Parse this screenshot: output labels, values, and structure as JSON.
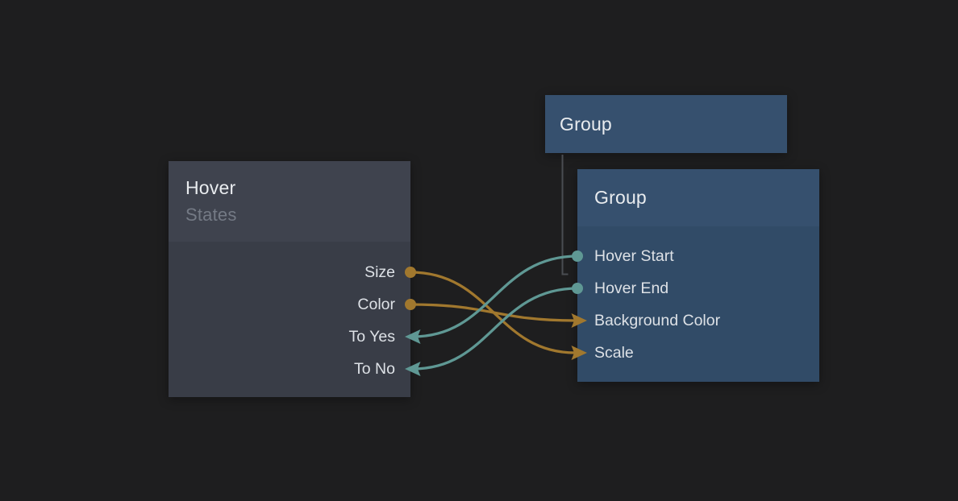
{
  "app": {
    "view": "node-graph-canvas",
    "background_color": "#1e1e1f"
  },
  "colors": {
    "teal_wire": "#5f9894",
    "gold_wire": "#a1782e",
    "hierarchy_line": "#4a4d52",
    "node_gray_header": "#3f434e",
    "node_gray_body": "#393d47",
    "node_blue_header": "#36506e",
    "node_blue_body": "#314b67",
    "title_text": "#e9ecef",
    "subtitle_text": "#747a85",
    "port_text": "#dde1e6"
  },
  "nodes": {
    "hover": {
      "title": "Hover",
      "subtitle": "States",
      "ports": [
        {
          "label": "Size",
          "side": "right",
          "kind": "output-dot",
          "wire": "gold"
        },
        {
          "label": "Color",
          "side": "right",
          "kind": "output-dot",
          "wire": "gold"
        },
        {
          "label": "To Yes",
          "side": "right",
          "kind": "input-arrow-in",
          "wire": "teal"
        },
        {
          "label": "To No",
          "side": "right",
          "kind": "input-arrow-in",
          "wire": "teal"
        }
      ]
    },
    "group_collapsed": {
      "title": "Group"
    },
    "group_expanded": {
      "title": "Group",
      "ports": [
        {
          "label": "Hover Start",
          "side": "left",
          "kind": "output-dot",
          "wire": "teal"
        },
        {
          "label": "Hover End",
          "side": "left",
          "kind": "output-dot",
          "wire": "teal"
        },
        {
          "label": "Background Color",
          "side": "left",
          "kind": "input-arrow-in",
          "wire": "gold"
        },
        {
          "label": "Scale",
          "side": "left",
          "kind": "input-arrow-in",
          "wire": "gold"
        }
      ]
    }
  },
  "connections": [
    {
      "from": "Hover.Size",
      "to": "Group.Scale",
      "color_name": "gold"
    },
    {
      "from": "Hover.Color",
      "to": "Group.Background Color",
      "color_name": "gold"
    },
    {
      "from": "Group.Hover Start",
      "to": "Hover.To Yes",
      "color_name": "teal"
    },
    {
      "from": "Group.Hover End",
      "to": "Hover.To No",
      "color_name": "teal"
    },
    {
      "from": "Group (collapsed)",
      "to": "Group (expanded)",
      "color_name": "gray",
      "style": "elbow-hierarchy"
    }
  ]
}
